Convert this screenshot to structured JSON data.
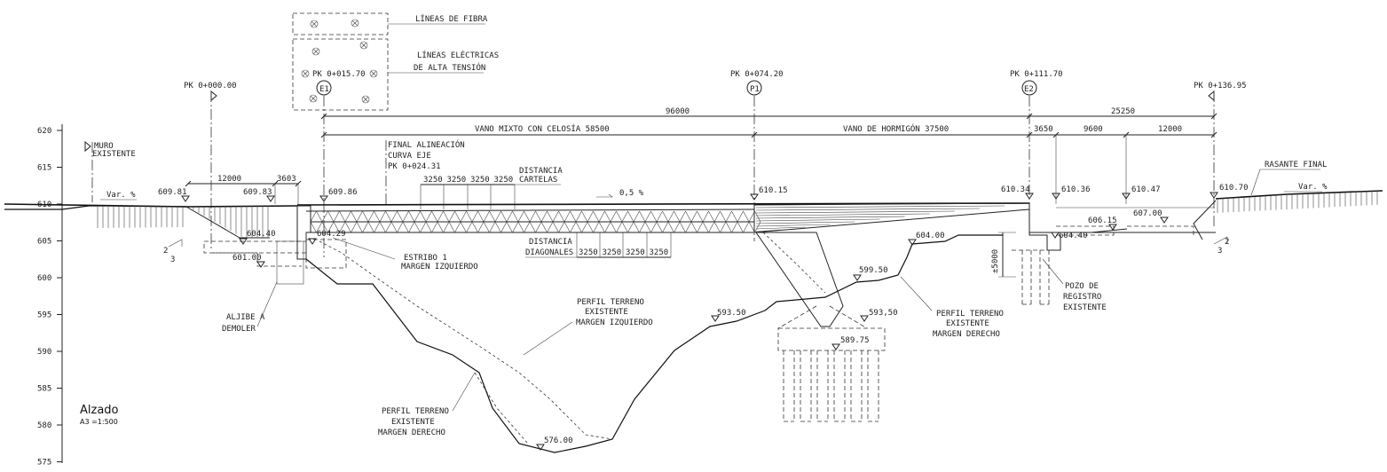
{
  "view": {
    "title": "Alzado",
    "scale": "A3 =1:500"
  },
  "elevation_axis": {
    "ticks": [
      "620",
      "615",
      "610",
      "605",
      "600",
      "595",
      "590",
      "585",
      "580",
      "575"
    ]
  },
  "legend": {
    "fibra": "LÍNEAS DE FIBRA",
    "electricas_1": "LÍNEAS ELÉCTRICAS",
    "electricas_2": "DE ALTA TENSIÓN"
  },
  "stations": {
    "pk0": "PK 0+000.00",
    "e1": "PK 0+015.70",
    "p1": "PK 0+074.20",
    "e2": "PK 0+111.70",
    "end": "PK 0+136.95"
  },
  "supports": {
    "e1": "E1",
    "p1": "P1",
    "e2": "E2"
  },
  "dimensions": {
    "total": "96000",
    "end_span": "25250",
    "mixed_span": "VANO MIXTO CON CELOSÍA 58500",
    "concrete_span": "VANO DE HORMIGÓN 37500",
    "d3650": "3650",
    "d9600": "9600",
    "d12000_right": "12000",
    "d12000_left": "12000",
    "d3603": "3603",
    "cartelas": [
      "3250",
      "3250",
      "3250",
      "3250"
    ],
    "diagonales": [
      "3250",
      "3250",
      "3250",
      "3250"
    ],
    "d5000": "±5000"
  },
  "labels": {
    "muro_1": "MURO",
    "muro_2": "EXISTENTE",
    "final_1": "FINAL ALINEACIÓN",
    "final_2": "CURVA EJE",
    "final_3": "PK 0+024.31",
    "cartelas_1": "DISTANCIA",
    "cartelas_2": "CARTELAS",
    "diagonales_1": "DISTANCIA",
    "diagonales_2": "DIAGONALES",
    "slope": "0,5 %",
    "var_left": "Var. %",
    "var_right": "Var. %",
    "rasante": "RASANTE FINAL",
    "estribo_1": "ESTRIBO 1",
    "estribo_2": "MARGEN IZQUIERDO",
    "aljibe_1": "ALJIBE A",
    "aljibe_2": "DEMOLER",
    "perfil_izq_1": "PERFIL TERRENO",
    "perfil_izq_2": "EXISTENTE",
    "perfil_izq_3": "MARGEN IZQUIERDO",
    "perfil_der_mid_1": "PERFIL TERRENO",
    "perfil_der_mid_2": "EXISTENTE",
    "perfil_der_mid_3": "MARGEN DERECHO",
    "perfil_der_right_1": "PERFIL TERRENO",
    "perfil_der_right_2": "EXISTENTE",
    "perfil_der_right_3": "MARGEN DERECHO",
    "pozo_1": "POZO DE",
    "pozo_2": "REGISTRO",
    "pozo_3": "EXISTENTE",
    "slope_left_a": "2",
    "slope_left_b": "3",
    "slope_right_a": "2",
    "slope_right_b": "3"
  },
  "levels": {
    "l60981": "609.81",
    "l60983": "609.83",
    "l60986": "609.86",
    "l61015": "610.15",
    "l61034": "610.34",
    "l61036": "610.36",
    "l61047": "610.47",
    "l61070": "610.70",
    "l60440": "604.40",
    "l60429": "604.29",
    "l60100": "601.00",
    "l60400": "604.00",
    "l59950": "599.50",
    "l59350a": "593.50",
    "l59350b": "593,50",
    "l58975": "589.75",
    "l57600": "576.00",
    "l60700": "607.00",
    "l60615": "606.15",
    "l60440r": "604.40"
  }
}
